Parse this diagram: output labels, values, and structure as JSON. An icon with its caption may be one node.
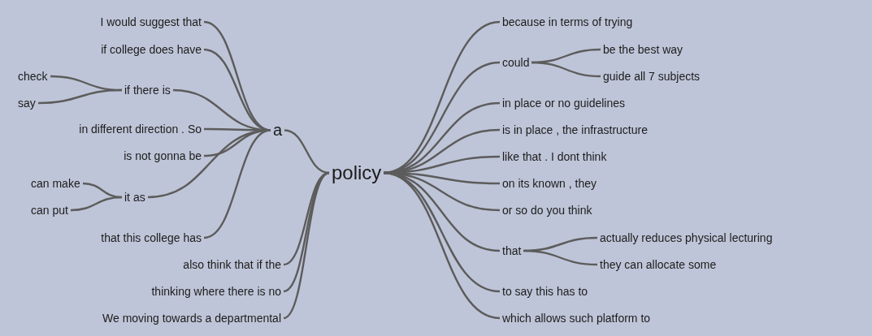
{
  "diagram": {
    "nodes": [
      {
        "text": [
          "policy"
        ]
      },
      {
        "text": [
          "a"
        ]
      },
      {
        "text": [
          "I would suggest that"
        ]
      },
      {
        "text": [
          "if college does have"
        ]
      },
      {
        "text": [
          "check"
        ]
      },
      {
        "text": [
          "if there is"
        ]
      },
      {
        "text": [
          "say"
        ]
      },
      {
        "text": [
          "in different direction . So"
        ]
      },
      {
        "text": [
          "is not gonna be"
        ]
      },
      {
        "text": [
          "can make"
        ]
      },
      {
        "text": [
          "it as"
        ]
      },
      {
        "text": [
          "can put"
        ]
      },
      {
        "text": [
          "that this college has"
        ]
      },
      {
        "text": [
          "also think that if the"
        ]
      },
      {
        "text": [
          "thinking where there is no"
        ]
      },
      {
        "text": [
          "We moving towards a departmental"
        ]
      },
      {
        "text": [
          "because in terms of trying"
        ]
      },
      {
        "text": [
          "could"
        ]
      },
      {
        "text": [
          "be the best way"
        ]
      },
      {
        "text": [
          "guide all 7 subjects"
        ]
      },
      {
        "text": [
          "in place or no guidelines"
        ]
      },
      {
        "text": [
          "is in place , the infrastructure"
        ]
      },
      {
        "text": [
          "like that . I dont think"
        ]
      },
      {
        "text": [
          "on its known , they"
        ]
      },
      {
        "text": [
          "or so do you think"
        ]
      },
      {
        "text": [
          "that"
        ]
      },
      {
        "text": [
          "actually reduces physical lecturing"
        ]
      },
      {
        "text": [
          "they can allocate some"
        ]
      },
      {
        "text": [
          "to say this has to"
        ]
      },
      {
        "text": [
          "which allows such platform to"
        ]
      }
    ],
    "edges": [
      {
        "from": 0,
        "to": 1,
        "arrow": "none"
      },
      {
        "from": 1,
        "to": 2,
        "arrow": "none"
      },
      {
        "from": 1,
        "to": 3,
        "arrow": "none"
      },
      {
        "from": 1,
        "to": 5,
        "arrow": "none"
      },
      {
        "from": 5,
        "to": 4,
        "arrow": "none"
      },
      {
        "from": 5,
        "to": 6,
        "arrow": "none"
      },
      {
        "from": 1,
        "to": 7,
        "arrow": "none"
      },
      {
        "from": 1,
        "to": 8,
        "arrow": "none"
      },
      {
        "from": 1,
        "to": 10,
        "arrow": "none"
      },
      {
        "from": 10,
        "to": 9,
        "arrow": "none"
      },
      {
        "from": 10,
        "to": 11,
        "arrow": "none"
      },
      {
        "from": 1,
        "to": 12,
        "arrow": "none"
      },
      {
        "from": 0,
        "to": 13,
        "arrow": "none"
      },
      {
        "from": 0,
        "to": 14,
        "arrow": "none"
      },
      {
        "from": 0,
        "to": 15,
        "arrow": "none"
      },
      {
        "from": 0,
        "to": 16,
        "arrow": "none"
      },
      {
        "from": 0,
        "to": 17,
        "arrow": "none"
      },
      {
        "from": 17,
        "to": 18,
        "arrow": "none"
      },
      {
        "from": 17,
        "to": 19,
        "arrow": "none"
      },
      {
        "from": 0,
        "to": 20,
        "arrow": "none"
      },
      {
        "from": 0,
        "to": 21,
        "arrow": "none"
      },
      {
        "from": 0,
        "to": 22,
        "arrow": "none"
      },
      {
        "from": 0,
        "to": 23,
        "arrow": "none"
      },
      {
        "from": 0,
        "to": 24,
        "arrow": "none"
      },
      {
        "from": 0,
        "to": 25,
        "arrow": "none"
      },
      {
        "from": 25,
        "to": 26,
        "arrow": "none"
      },
      {
        "from": 25,
        "to": 27,
        "arrow": "none"
      },
      {
        "from": 0,
        "to": 28,
        "arrow": "none"
      },
      {
        "from": 0,
        "to": 29,
        "arrow": "none"
      }
    ]
  }
}
